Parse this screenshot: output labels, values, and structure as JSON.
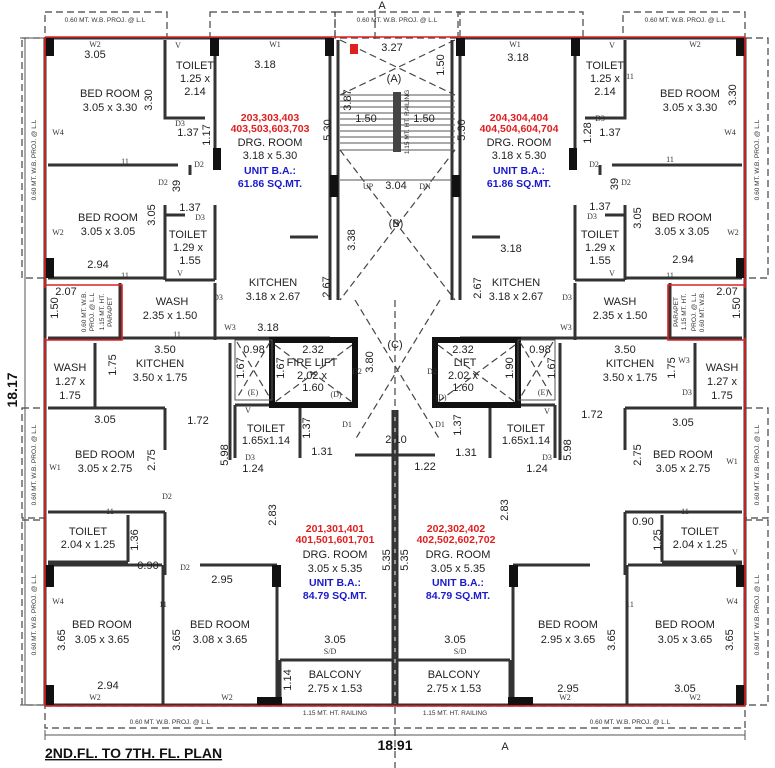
{
  "title": "2ND.FL. TO 7TH. FL. PLAN",
  "overall": {
    "height": "18.17",
    "width": "18.91",
    "section_mark": "A"
  },
  "colors": {
    "unit_numbers": "#e02020",
    "unit_area": "#1a1acc",
    "boundary": "#e02020"
  },
  "projection": "0.60 MT. W.B. PROJ. @ L.L",
  "railing": "1.15 MT. HT. RAILING",
  "parapet": [
    "0.60 MT. W.B.",
    "PROJ. @ L.L",
    "1.15 MT. HT.",
    "PARAPET"
  ],
  "tl": [
    "W2",
    "V",
    "W1",
    "3.05",
    "TOILET",
    "1.25 x",
    "2.14",
    "3.18",
    "BED ROOM",
    "3.05 x 3.30",
    "3.30",
    "203,303,403",
    "403,503,603,703",
    "DRG. ROOM",
    "3.18 x 5.30",
    "UNIT B.A.:",
    "61.86 SQ.MT.",
    "5.30",
    "W4",
    "D3",
    "1.37",
    "1.17",
    "D2",
    "11",
    "D2",
    "39",
    "1.37",
    "D3",
    "BED ROOM",
    "3.05 x 3.05",
    "W2",
    "3.05",
    "TOILET",
    "1.29 x",
    "1.55",
    "V",
    "2.94",
    "11",
    "KITCHEN",
    "3.18 x 2.67",
    "D3",
    "2.67",
    "3.18",
    "W3",
    "11",
    "WASH",
    "2.35 x 1.50",
    "2.07",
    "1.50"
  ],
  "tr": [
    "W1",
    "V",
    "W2",
    "3.18",
    "TOILET",
    "1.25 x",
    "2.14",
    "11",
    "BED ROOM",
    "3.05 x 3.30",
    "3.30",
    "204,304,404",
    "404,504,604,704",
    "DRG. ROOM",
    "3.18 x 5.30",
    "UNIT B.A.:",
    "61.86 SQ.MT.",
    "5.30",
    "D3",
    "1.37",
    "1.28",
    "D2",
    "W4",
    "11",
    "D2",
    "39",
    "1.37",
    "D3",
    "TOILET",
    "1.29 x",
    "1.55",
    "V",
    "BED ROOM",
    "3.05 x 3.05",
    "W2",
    "3.05",
    "2.94",
    "11",
    "3.18",
    "KITCHEN",
    "3.18 x 2.67",
    "2.67",
    "D3",
    "W3",
    "WASH",
    "2.35 x 1.50",
    "2.07",
    "1.50"
  ],
  "core": [
    "3.27",
    "(A)",
    "1.50",
    "3.87",
    "1.50",
    "1.50",
    "1.15 MT. HT. RAILING",
    "UP",
    "3.04",
    "DN",
    "(B)",
    "3.38",
    "(C)",
    "3.80",
    "2.10",
    "D1",
    "D1",
    "D2",
    "D2"
  ],
  "bl": [
    "3.50",
    "KITCHEN",
    "3.50 x 1.75",
    "1.75",
    "WASH",
    "1.27 x",
    "1.75",
    "0.98",
    "2.32",
    "FIRE LIFT",
    "2.02 x",
    "1.60",
    "(D)",
    "(E)",
    "1.67",
    "1.67",
    "3.05",
    "1.72",
    "TOILET",
    "1.65x1.14",
    "1.37",
    "V",
    "1.31",
    "D3",
    "1.24",
    "5.98",
    "BED ROOM",
    "3.05 x 2.75",
    "W1",
    "2.75",
    "D2",
    "11",
    "2.83",
    "TOILET",
    "2.04 x 1.25",
    "1.36",
    "0.90",
    "D2",
    "2.95",
    "201,301,401",
    "401,501,601,701",
    "DRG. ROOM",
    "3.05 x 5.35",
    "UNIT B.A.:",
    "84.79 SQ.MT.",
    "5.35",
    "W4",
    "3.65",
    "BED ROOM",
    "3.05 x 3.65",
    "3.65",
    "BED ROOM",
    "3.08 x 3.65",
    "11",
    "3.05",
    "S/D",
    "BALCONY",
    "2.75 x 1.53",
    "1.14",
    "2.94",
    "W2",
    "W2"
  ],
  "br": [
    "2.32",
    "LIFT",
    "2.02 x",
    "1.60",
    "(D)",
    "1.90",
    "0.98",
    "1.67",
    "(E)",
    "3.50",
    "KITCHEN",
    "3.50 x 1.75",
    "1.75",
    "W3",
    "WASH",
    "1.27 x",
    "1.75",
    "D3",
    "1.37",
    "TOILET",
    "1.65x1.14",
    "V",
    "1.31",
    "1.22",
    "D3",
    "1.24",
    "5.98",
    "1.72",
    "3.05",
    "BED ROOM",
    "3.05 x 2.75",
    "W1",
    "2.75",
    "11",
    "0.90",
    "TOILET",
    "2.04 x 1.25",
    "1.25",
    "V",
    "202,302,402",
    "402,502,602,702",
    "DRG. ROOM",
    "3.05 x 5.35",
    "UNIT B.A.:",
    "84.79 SQ.MT.",
    "5.35",
    "2.83",
    "W4",
    "11",
    "BED ROOM",
    "2.95 x 3.65",
    "3.65",
    "BED ROOM",
    "3.05 x 3.65",
    "3.65",
    "3.05",
    "S/D",
    "BALCONY",
    "2.75 x 1.53",
    "2.95",
    "W2",
    "3.05",
    "W2"
  ]
}
